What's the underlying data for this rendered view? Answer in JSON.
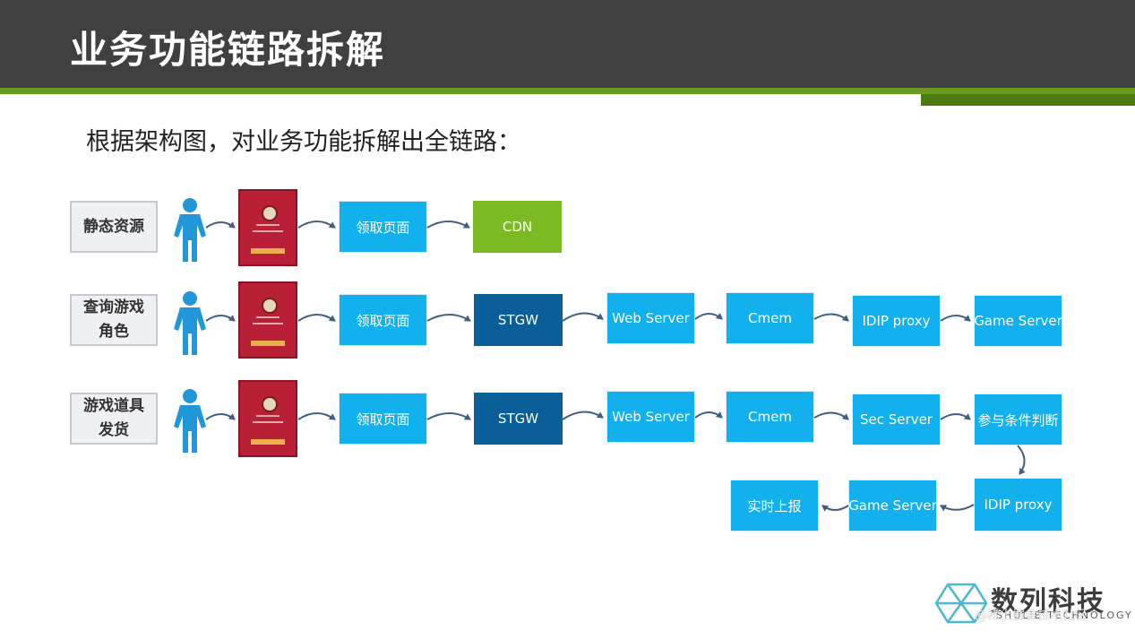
{
  "title": "业务功能链路拆解",
  "subtitle": "根据架构图，对业务功能拆解出全链路：",
  "rows": [
    {
      "category": [
        "静态资源"
      ],
      "nodes": [
        "领取页面",
        "CDN"
      ]
    },
    {
      "category": [
        "查询游戏",
        "角色"
      ],
      "nodes": [
        "领取页面",
        "STGW",
        "Web Server",
        "Cmem",
        "IDIP proxy",
        "Game Server"
      ]
    },
    {
      "category": [
        "游戏道具",
        "发货"
      ],
      "nodes": [
        "领取页面",
        "STGW",
        "Web Server",
        "Cmem",
        "Sec Server",
        "参与条件判断",
        "IDIP proxy",
        "Game Server",
        "实时上报"
      ]
    }
  ],
  "brand": {
    "name": "数列科技",
    "sub": "SHULIE TECHNOLOGY",
    "watermark": "@稀土掘金技术社区"
  },
  "colors": {
    "header": "#404040",
    "accent_green": "#6a9a1f",
    "light_blue": "#12b0ec",
    "dark_blue": "#0b5f98",
    "cdn_green": "#7bba22",
    "person": "#2196d8",
    "phone_red": "#b91f35"
  }
}
